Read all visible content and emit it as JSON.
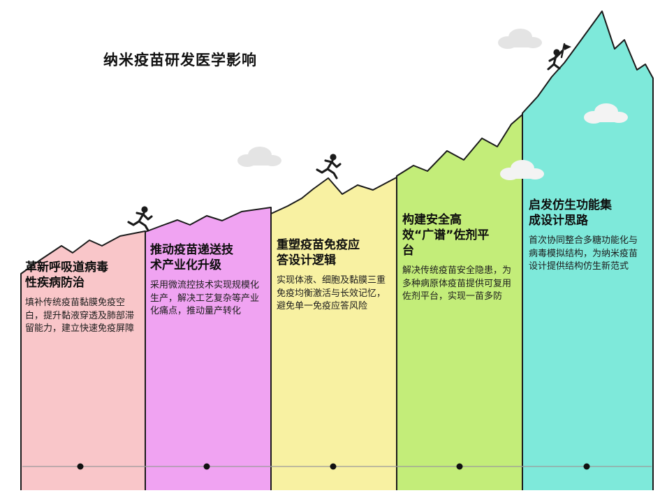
{
  "title": "纳米疫苗研发医学影响",
  "columns": [
    {
      "heading": "革新呼吸道病毒性疾病防治",
      "body": "填补传统疫苗黏膜免疫空白，提升黏液穿透及肺部滞留能力，建立快速免疫屏障",
      "color": "#f9c6c9"
    },
    {
      "heading": "推动疫苗递送技术产业化升级",
      "body": "采用微流控技术实现规模化生产，解决工艺复杂等产业化痛点，推动量产转化",
      "color": "#f0a3f2"
    },
    {
      "heading": "重塑疫苗免疫应答设计逻辑",
      "body": "实现体液、细胞及黏膜三重免疫均衡激活与长效记忆，避免单一免疫应答风险",
      "color": "#f8f1a2"
    },
    {
      "heading": "构建安全高效“广谱”佐剂平台",
      "body": "解决传统疫苗安全隐患，为多种病原体疫苗提供可复用佐剂平台，实现一苗多防",
      "color": "#c3ed79"
    },
    {
      "heading": "启发仿生功能集成设计思路",
      "body": "首次协同整合多糖功能化与病毒模拟结构，为纳米疫苗设计提供结构仿生新范式",
      "color": "#7ee9da"
    }
  ],
  "style": {
    "outline": "#1a1a1a",
    "cloud_sky": "#e4e4e4",
    "cloud_front": "#f3f3f3",
    "baseline": "#9a9a9a",
    "dot": "#111111"
  }
}
